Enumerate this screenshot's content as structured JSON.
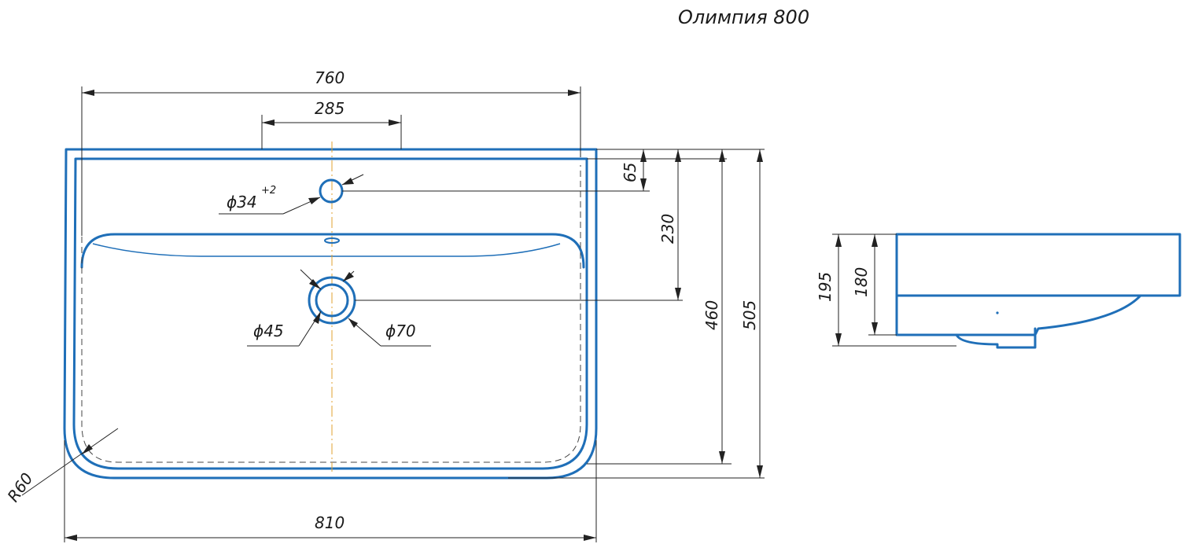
{
  "title": "Олимпия 800",
  "dimensions": {
    "d760": "760",
    "d285": "285",
    "d65": "65",
    "d230": "230",
    "d460": "460",
    "d505": "505",
    "d810": "810",
    "phi34": "ϕ34",
    "phi34_tol": "+2",
    "phi45": "ϕ45",
    "phi70": "ϕ70",
    "r60": "R60",
    "d195": "195",
    "d180": "180"
  },
  "colors": {
    "outline": "#1f6fb8",
    "centerline": "#e0a030",
    "dimension": "#222222"
  }
}
